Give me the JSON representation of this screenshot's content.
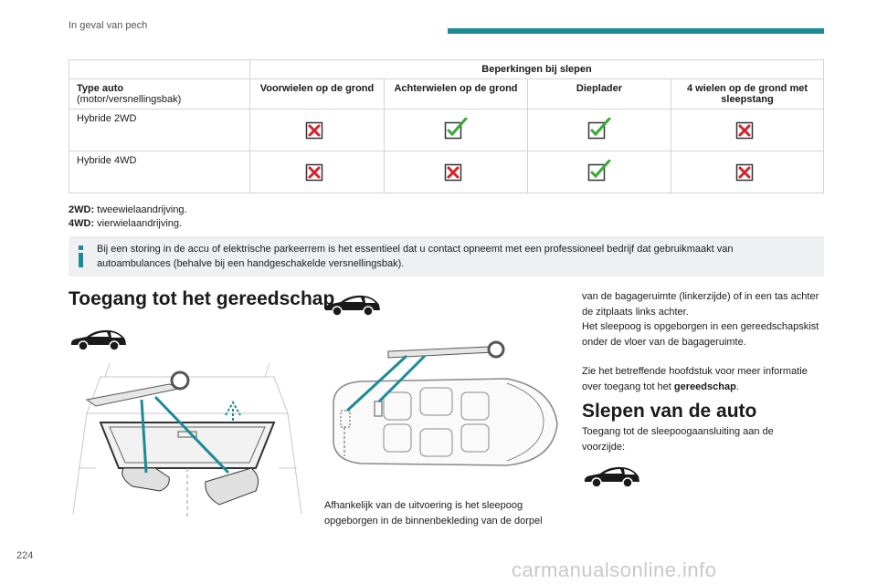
{
  "header": {
    "section_title": "In geval van pech"
  },
  "table": {
    "group_header": "Beperkingen bij slepen",
    "col_type": "Type auto",
    "col_type_sub": "(motor/versnellingsbak)",
    "columns": [
      "Voorwielen op de grond",
      "Achterwielen op de grond",
      "Dieplader",
      "4 wielen op de grond met sleepstang"
    ],
    "rows": [
      {
        "label": "Hybride 2WD",
        "marks": [
          "cross",
          "check",
          "check",
          "cross"
        ]
      },
      {
        "label": "Hybride 4WD",
        "marks": [
          "cross",
          "cross",
          "check",
          "cross"
        ]
      }
    ]
  },
  "legend": [
    {
      "term": "2WD:",
      "desc": " tweewielaandrijving."
    },
    {
      "term": "4WD:",
      "desc": " vierwielaandrijving."
    }
  ],
  "info": {
    "text": "Bij een storing in de accu of elektrische parkeerrem is het essentieel dat u contact opneemt met een professioneel bedrijf dat gebruikmaakt van autoambulances (behalve bij een handgeschakelde versnellingsbak)."
  },
  "section1": {
    "heading": "Toegang tot het gereedschap"
  },
  "col2": {
    "text": "Afhankelijk van de uitvoering is het sleepoog opgeborgen in de binnenbekleding van de dorpel"
  },
  "col3": {
    "text1": "van de bagageruimte (linkerzijde) of in een tas achter de zitplaats links achter.",
    "text2": "Het sleepoog is opgeborgen in een gereedschapskist onder de vloer van de bagageruimte.",
    "text3_pre": "Zie het betreffende hoofdstuk voor meer informatie over toegang tot het ",
    "text3_bold": "gereedschap",
    "text3_post": "."
  },
  "section2": {
    "heading": "Slepen van de auto",
    "text": "Toegang tot de sleepoogaansluiting aan de voorzijde:"
  },
  "page_number": "224",
  "watermark": "carmanualsonline.info",
  "colors": {
    "accent": "#1b8b97",
    "check": "#3aa935",
    "cross": "#d8202a"
  }
}
